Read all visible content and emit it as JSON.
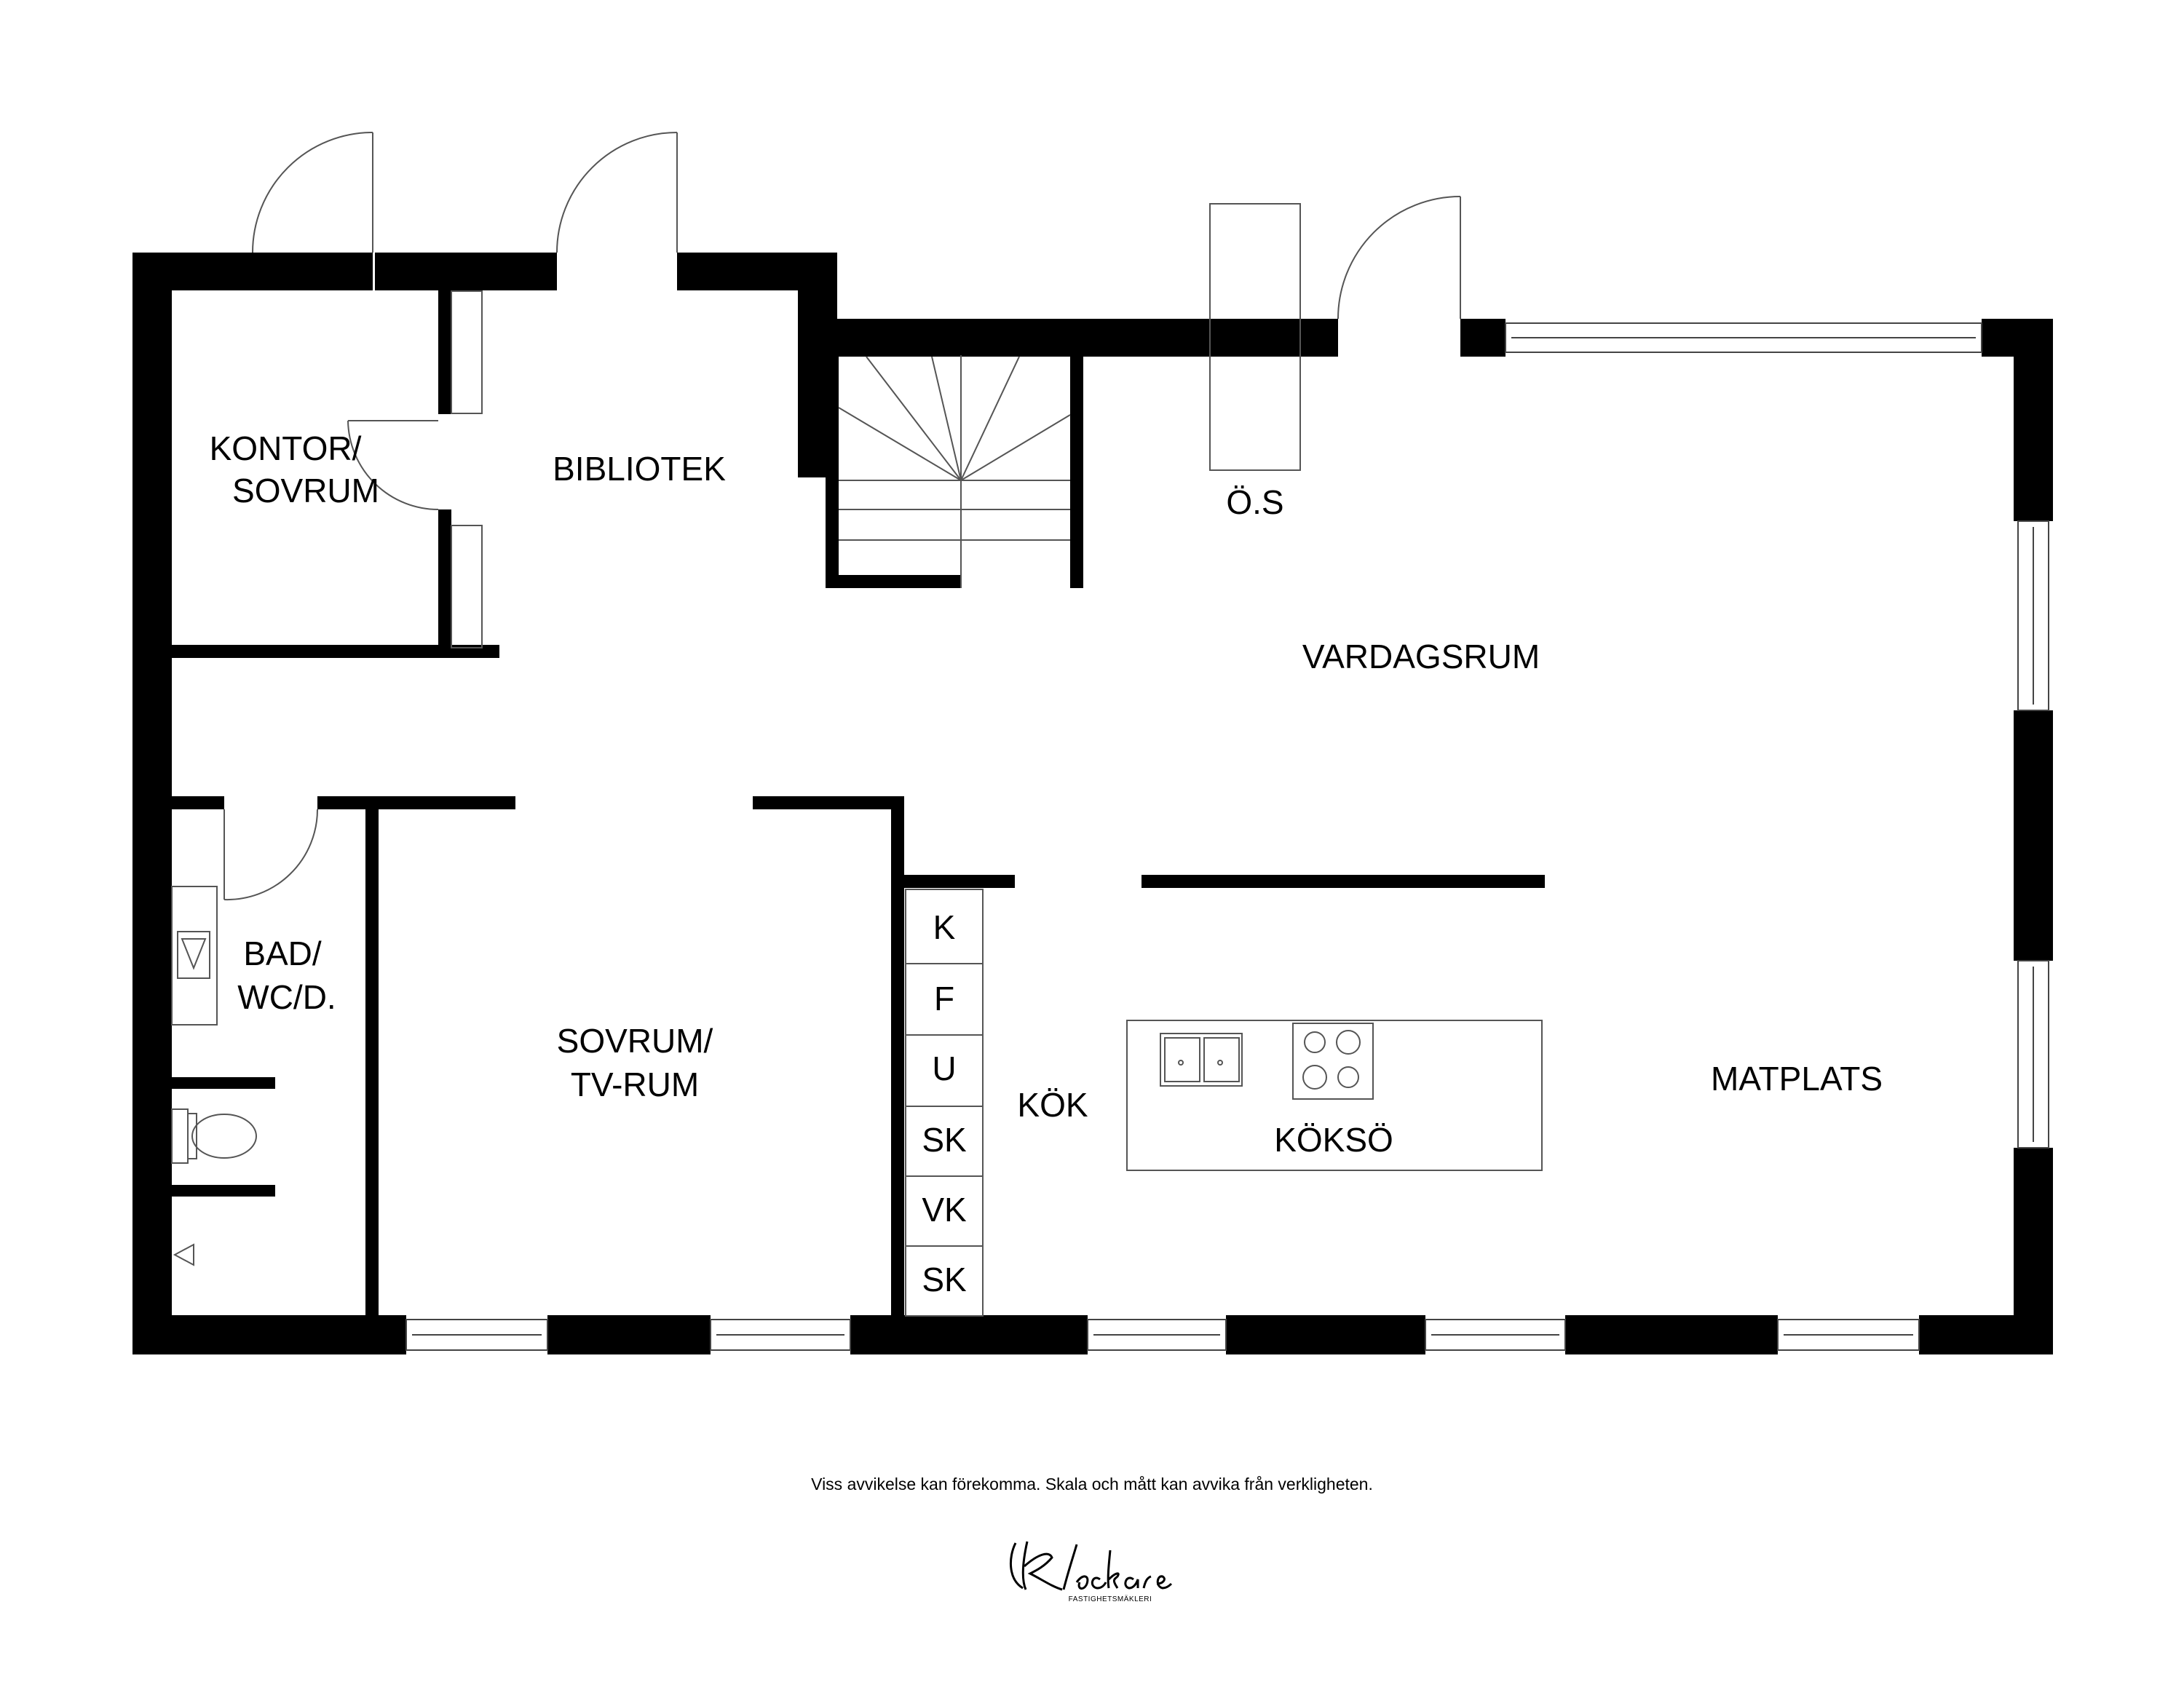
{
  "rooms": {
    "kontor_line1": "KONTOR/",
    "kontor_line2": "SOVRUM",
    "bibliotek": "BIBLIOTEK",
    "os": "Ö.S",
    "vardagsrum": "VARDAGSRUM",
    "bad_line1": "BAD/",
    "bad_line2": "WC/D.",
    "sovrum_line1": "SOVRUM/",
    "sovrum_line2": "TV-RUM",
    "kok": "KÖK",
    "kokso": "KÖKSÖ",
    "matplats": "MATPLATS"
  },
  "appliances": [
    "K",
    "F",
    "U",
    "SK",
    "VK",
    "SK"
  ],
  "disclaimer": "Viss avvikelse kan förekomma. Skala och mått kan avvika från verkligheten.",
  "logo": {
    "name": "Klockare",
    "tagline": "FASTIGHETSMÄKLERI"
  },
  "colors": {
    "wall": "#000000",
    "line": "#555555",
    "background": "#ffffff"
  }
}
